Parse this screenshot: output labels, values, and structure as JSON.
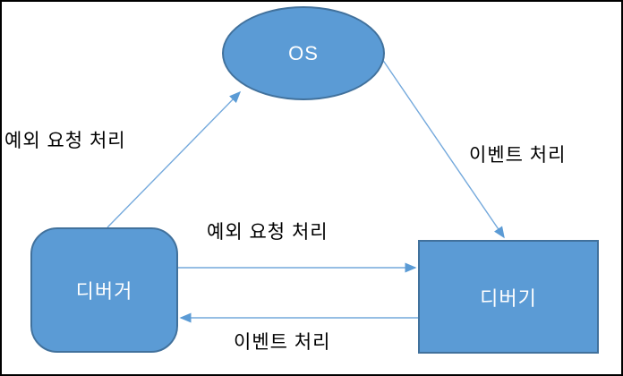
{
  "diagram": {
    "title": "Debugger / OS / Debuggee event flow diagram",
    "nodes": {
      "os": {
        "label": "OS",
        "shape": "ellipse"
      },
      "debugger": {
        "label": "디버거",
        "shape": "rounded-rect"
      },
      "debuggee": {
        "label": "디버기",
        "shape": "rect"
      }
    },
    "edges": {
      "debugger_to_os": {
        "label": "예외 요청 처리",
        "from": "debugger",
        "to": "os"
      },
      "os_to_debuggee": {
        "label": "이벤트 처리",
        "from": "os",
        "to": "debuggee"
      },
      "debugger_to_debuggee": {
        "label": "예외 요청 처리",
        "from": "debugger",
        "to": "debuggee"
      },
      "debuggee_to_debugger": {
        "label": "이벤트 처리",
        "from": "debuggee",
        "to": "debugger"
      }
    }
  },
  "colors": {
    "shape-fill": "#5b9bd5",
    "shape-border": "#41719c",
    "connector": "#74a9dc",
    "arrowhead": "#5b9bd5",
    "label-text": "#000000",
    "node-text": "#ffffff",
    "frame-border": "#000000",
    "background": "#ffffff"
  }
}
